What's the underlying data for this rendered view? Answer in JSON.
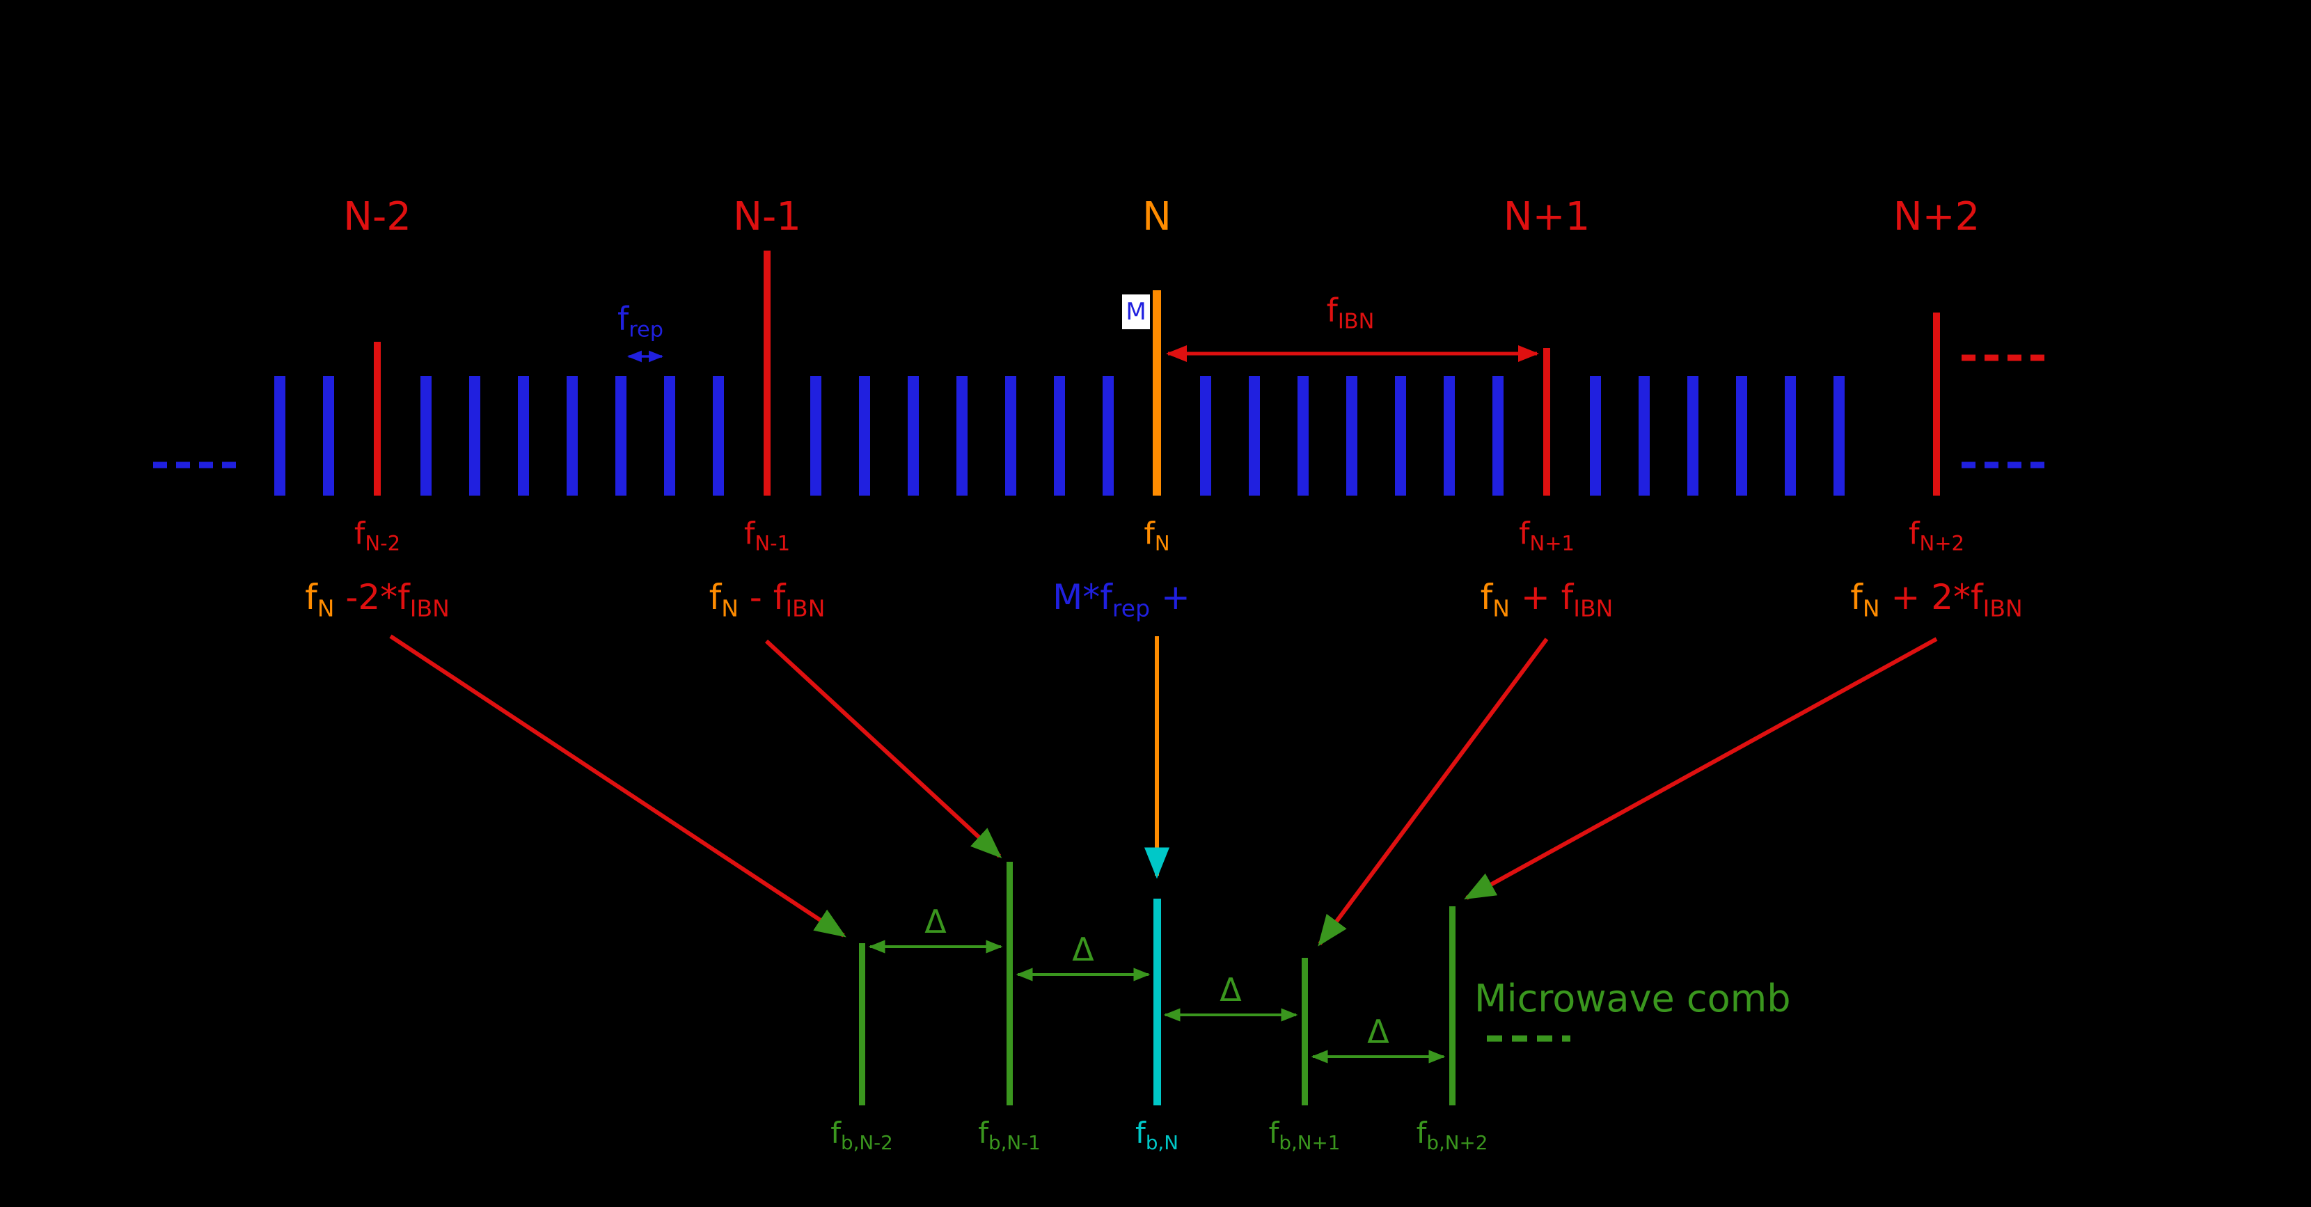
{
  "colors": {
    "background": "#000000",
    "blue": "#2020df",
    "red": "#df1010",
    "orange": "#ff8c00",
    "green": "#3a961e",
    "cyan": "#00c8c8",
    "m_box_bg": "#ffffff"
  },
  "optical_comb": {
    "teeth_count": 33,
    "mode_markers": [
      {
        "label": "N-2",
        "color": "red"
      },
      {
        "label": "N-1",
        "color": "red"
      },
      {
        "label": "N",
        "color": "orange"
      },
      {
        "label": "N+1",
        "color": "red"
      },
      {
        "label": "N+2",
        "color": "red"
      }
    ],
    "m_label": "M",
    "f_rep": {
      "base": "f",
      "sub": "rep"
    },
    "f_ibn": {
      "base": "f",
      "sub": "IBN"
    },
    "line_labels": [
      {
        "base": "f",
        "sub": "N-2",
        "color": "red"
      },
      {
        "base": "f",
        "sub": "N-1",
        "color": "red"
      },
      {
        "base": "f",
        "sub": "N",
        "color": "orange"
      },
      {
        "base": "f",
        "sub": "N+1",
        "color": "red"
      },
      {
        "base": "f",
        "sub": "N+2",
        "color": "red"
      }
    ],
    "equations": [
      {
        "parts": [
          {
            "t": "f",
            "c": "orange"
          },
          {
            "t": "N",
            "c": "orange",
            "sub": true
          },
          {
            "t": " -2*f",
            "c": "red"
          },
          {
            "t": "IBN",
            "c": "red",
            "sub": true
          }
        ]
      },
      {
        "parts": [
          {
            "t": "f",
            "c": "orange"
          },
          {
            "t": "N",
            "c": "orange",
            "sub": true
          },
          {
            "t": " - f",
            "c": "red"
          },
          {
            "t": "IBN",
            "c": "red",
            "sub": true
          }
        ]
      },
      {
        "parts": [
          {
            "t": "M*f",
            "c": "blue"
          },
          {
            "t": "rep",
            "c": "blue",
            "sub": true
          },
          {
            "t": " + ",
            "c": "blue"
          }
        ]
      },
      {
        "parts": [
          {
            "t": "f",
            "c": "orange"
          },
          {
            "t": "N",
            "c": "orange",
            "sub": true
          },
          {
            "t": " + f",
            "c": "red"
          },
          {
            "t": "IBN",
            "c": "red",
            "sub": true
          }
        ]
      },
      {
        "parts": [
          {
            "t": "f",
            "c": "orange"
          },
          {
            "t": "N",
            "c": "orange",
            "sub": true
          },
          {
            "t": " + 2*f",
            "c": "red"
          },
          {
            "t": "IBN",
            "c": "red",
            "sub": true
          }
        ]
      }
    ]
  },
  "microwave_comb": {
    "title": "Microwave comb",
    "delta": "Δ",
    "labels": [
      {
        "base": "f",
        "sub": "b,N-2",
        "color": "green"
      },
      {
        "base": "f",
        "sub": "b,N-1",
        "color": "green"
      },
      {
        "base": "f",
        "sub": "b,N",
        "color": "cyan"
      },
      {
        "base": "f",
        "sub": "b,N+1",
        "color": "green"
      },
      {
        "base": "f",
        "sub": "b,N+2",
        "color": "green"
      }
    ]
  }
}
